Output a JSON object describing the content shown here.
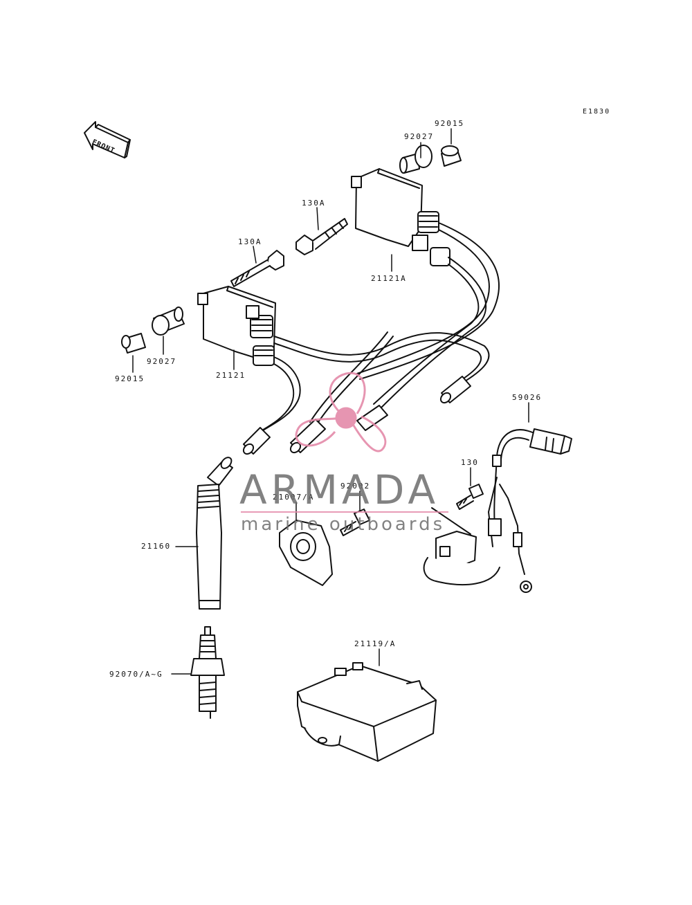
{
  "diagram_code": "E1830",
  "front_arrow_label": "FRONT",
  "parts": {
    "p92015_top": "92015",
    "p92027_top": "92027",
    "p130A_upper": "130A",
    "p130A_lower": "130A",
    "p21121A": "21121A",
    "p92027_left": "92027",
    "p92015_left": "92015",
    "p21121": "21121",
    "p59026": "59026",
    "p130": "130",
    "p92002": "92002",
    "p21007A": "21007/A",
    "p21160": "21160",
    "p21119A": "21119/A",
    "p92070AG": "92070/A~G"
  },
  "watermark": {
    "title": "ARMADA",
    "subtitle": "marine outboards",
    "accent_color": "#e48aa9",
    "text_color": "#6d6d6d",
    "icon": "propeller-icon"
  }
}
